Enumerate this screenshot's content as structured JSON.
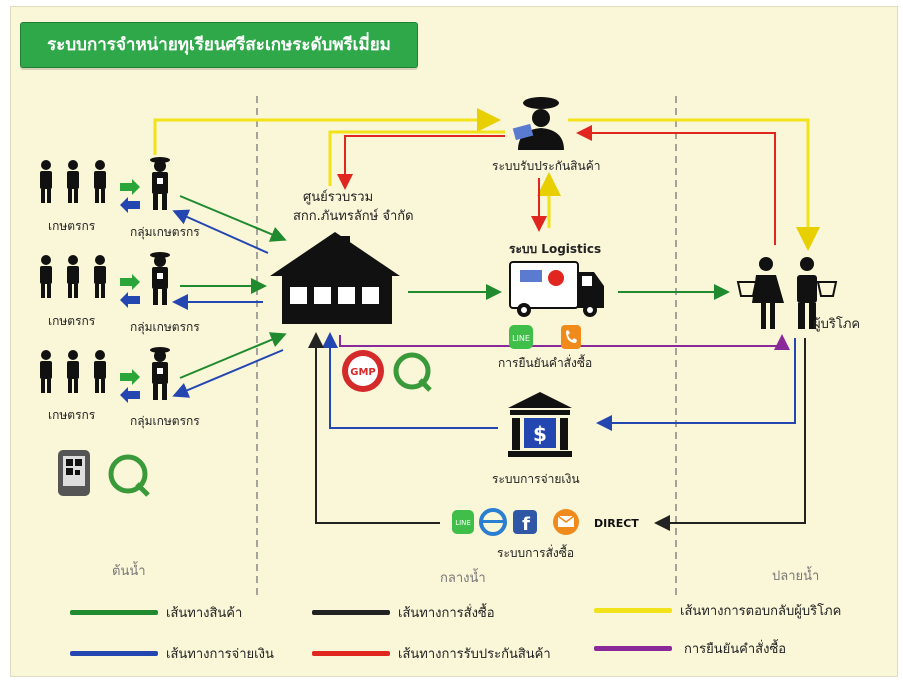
{
  "title": "ระบบการจำหน่ายทุเรียนศรีสะเกษระดับพรีเมี่ยม",
  "nodes": {
    "farmer": "เกษตรกร",
    "farmer_group": "กลุ่มเกษตรกร",
    "center_line1": "ศูนย์รวบรวม",
    "center_line2": "สกก.ภันทรลักษ์ จำกัด",
    "insurance": "ระบบรับประกันสินค้า",
    "logistics": "ระบบ Logistics",
    "consumer": "ผู้บริโภค",
    "order_confirm": "การยืนยันคำสั่งซื้อ",
    "payment": "ระบบการจ่ายเงิน",
    "ordering": "ระบบการสั่งซื้อ",
    "direct": "DIRECT",
    "gmp": "GMP"
  },
  "zones": [
    "ต้นน้ำ",
    "กลางน้ำ",
    "ปลายน้ำ"
  ],
  "legend": [
    {
      "label": "เส้นทางสินค้า",
      "color": "#1f8a2e"
    },
    {
      "label": "เส้นทางการสั่งซื้อ",
      "color": "#222222"
    },
    {
      "label": "เส้นทางการตอบกลับผู้บริโภค",
      "color": "#f2e21a"
    },
    {
      "label": "เส้นทางการจ่ายเงิน",
      "color": "#2446b0"
    },
    {
      "label": "เส้นทางการรับประกันสินค้า",
      "color": "#e0261f"
    },
    {
      "label": "การยืนยันคำสั่งซื้อ",
      "color": "#8a2a9a"
    }
  ]
}
